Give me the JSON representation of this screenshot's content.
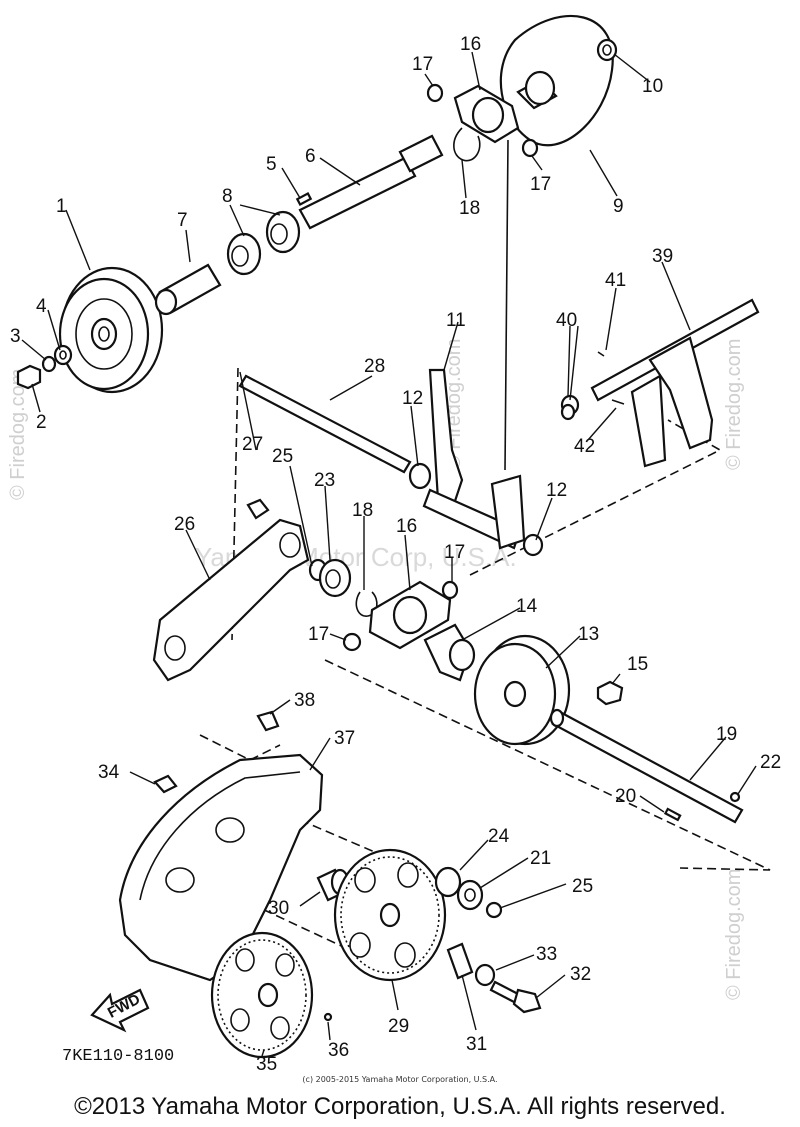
{
  "callouts": {
    "c1": "1",
    "c2": "2",
    "c3": "3",
    "c4": "4",
    "c5": "5",
    "c6": "6",
    "c7": "7",
    "c8": "8",
    "c9": "9",
    "c10": "10",
    "c11": "11",
    "c12a": "12",
    "c12b": "12",
    "c13": "13",
    "c14": "14",
    "c15": "15",
    "c16a": "16",
    "c16b": "16",
    "c17a": "17",
    "c17b": "17",
    "c17c": "17",
    "c17d": "17",
    "c18a": "18",
    "c18b": "18",
    "c19": "19",
    "c20": "20",
    "c21": "21",
    "c22": "22",
    "c23": "23",
    "c24": "24",
    "c25a": "25",
    "c25b": "25",
    "c26": "26",
    "c27": "27",
    "c28": "28",
    "c29": "29",
    "c30": "30",
    "c31": "31",
    "c32": "32",
    "c33": "33",
    "c34": "34",
    "c35": "35",
    "c36": "36",
    "c37": "37",
    "c38": "38",
    "c39": "39",
    "c40": "40",
    "c41": "41",
    "c42": "42"
  },
  "part_code": "7KE110-8100",
  "fwd_label": "FWD",
  "watermarks": {
    "site": "© Firedog.com",
    "company": "Yamaha Motor Corp, U.S.A."
  },
  "small_copyright": "(c) 2005-2015 Yamaha Motor Corporation, U.S.A.",
  "footer_copyright": "©2013 Yamaha Motor Corporation, U.S.A. All rights reserved."
}
